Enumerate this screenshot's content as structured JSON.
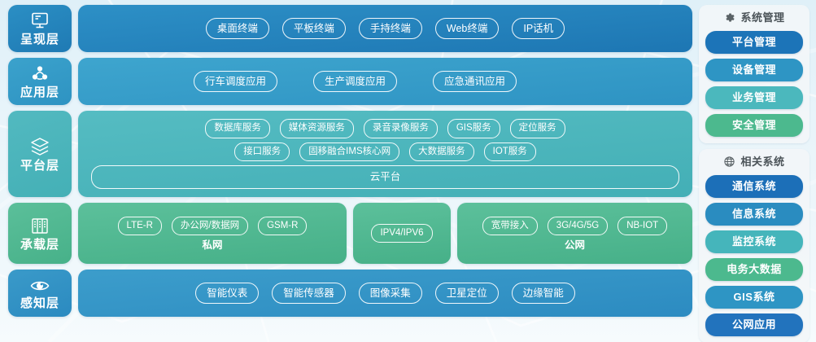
{
  "theme": {
    "bg_top": "#dff0f8",
    "bg_bottom": "#f6fbfd",
    "blue_dark": "#1f7ab4",
    "blue_mid": "#2e93c3",
    "teal": "#45b0b6",
    "green": "#47b189",
    "blue_sense": "#2c8bc1"
  },
  "layers": [
    {
      "id": "presentation",
      "label": "呈现层",
      "icon": "monitor-icon",
      "color": "#1f7ab4",
      "items": [
        "桌面终端",
        "平板终端",
        "手持终端",
        "Web终端",
        "IP话机"
      ]
    },
    {
      "id": "application",
      "label": "应用层",
      "icon": "network-nodes-icon",
      "color": "#2e93c3",
      "items": [
        "行车调度应用",
        "生产调度应用",
        "应急通讯应用"
      ]
    },
    {
      "id": "platform",
      "label": "平台层",
      "icon": "layers-stack-icon",
      "color": "#45b0b6",
      "row1": [
        "数据库服务",
        "媒体资源服务",
        "录音录像服务",
        "GIS服务",
        "定位服务"
      ],
      "row2": [
        "接口服务",
        "固移融合IMS核心网",
        "大数据服务",
        "IOT服务"
      ],
      "wide": "云平台"
    },
    {
      "id": "bearer",
      "label": "承载层",
      "icon": "server-rack-icon",
      "color": "#47b189",
      "groups": [
        {
          "name": "私网",
          "items": [
            "LTE-R",
            "办公网/数据网",
            "GSM-R"
          ]
        },
        {
          "name": "",
          "items": [
            "IPV4/IPV6"
          ]
        },
        {
          "name": "公网",
          "items": [
            "宽带接入",
            "3G/4G/5G",
            "NB-IOT"
          ]
        }
      ]
    },
    {
      "id": "sensing",
      "label": "感知层",
      "icon": "eye-icon",
      "color": "#2c8bc1",
      "items": [
        "智能仪表",
        "智能传感器",
        "图像采集",
        "卫星定位",
        "边缘智能"
      ]
    }
  ],
  "side_panels": [
    {
      "id": "system-management",
      "title": "系统管理",
      "icon": "gear-icon",
      "buttons": [
        {
          "label": "平台管理",
          "color": "#1c74b8"
        },
        {
          "label": "设备管理",
          "color": "#2e95c4"
        },
        {
          "label": "业务管理",
          "color": "#4bb8bd"
        },
        {
          "label": "安全管理",
          "color": "#4cb98e"
        }
      ]
    },
    {
      "id": "related-systems",
      "title": "相关系统",
      "icon": "globe-icon",
      "buttons": [
        {
          "label": "通信系统",
          "color": "#1c6fb8"
        },
        {
          "label": "信息系统",
          "color": "#2a8cc0"
        },
        {
          "label": "监控系统",
          "color": "#45b5bb"
        },
        {
          "label": "电务大数据",
          "color": "#4cb98e"
        },
        {
          "label": "GIS系统",
          "color": "#2e95c4"
        },
        {
          "label": "公网应用",
          "color": "#2273bd"
        }
      ]
    }
  ]
}
